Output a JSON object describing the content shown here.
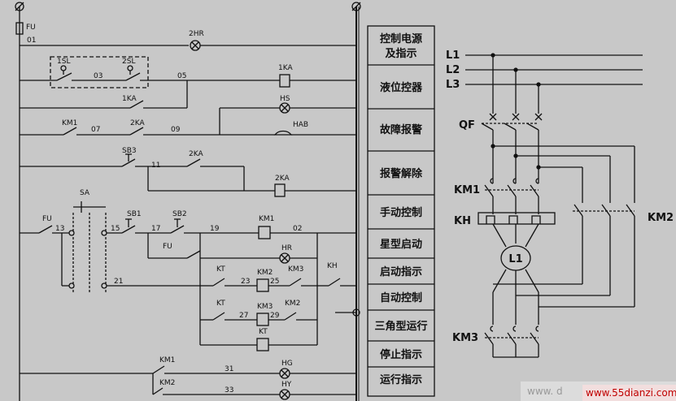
{
  "diagram": {
    "fuse_top": "FU",
    "fuse_node": "01",
    "control_labels": {
      "hr2": "2HR",
      "sl1": "1SL",
      "sl2": "2SL",
      "n03": "03",
      "n05": "05",
      "ka1_coil": "1KA",
      "ka1_contact": "1KA",
      "hs": "HS",
      "km1": "KM1",
      "n07": "07",
      "ka2_a": "2KA",
      "n09": "09",
      "hab": "HAB",
      "sb3": "SB3",
      "ka2_b": "2KA",
      "n11": "11",
      "ka2_coil": "2KA",
      "sa": "SA",
      "fu_side": "FU",
      "n13": "13",
      "sb1": "SB1",
      "n15": "15",
      "sb2": "SB2",
      "n17": "17",
      "n19": "19",
      "km1_coil": "KM1",
      "n02": "02",
      "fu_mid": "FU",
      "hr": "HR",
      "kt1": "KT",
      "n23": "23",
      "km2_a": "KM2",
      "n25": "25",
      "km3_a": "KM3",
      "kh": "KH",
      "n21": "21",
      "kt2": "KT",
      "n27": "27",
      "km3_coil": "KM3",
      "n29": "29",
      "km2_b": "KM2",
      "kt_coil": "KT",
      "km1_b": "KM1",
      "n31": "31",
      "hg": "HG",
      "km2_c": "KM2",
      "n33": "33",
      "hy": "HY"
    },
    "function_labels": [
      "控制电源",
      "及指示",
      "液位控器",
      "故障报警",
      "报警解除",
      "手动控制",
      "星型启动",
      "启动指示",
      "自动控制",
      "三角型运行",
      "停止指示",
      "运行指示"
    ],
    "power_labels": {
      "l1": "L1",
      "l2": "L2",
      "l3": "L3",
      "qf": "QF",
      "km1": "KM1",
      "kh": "KH",
      "motor": "L1",
      "km2": "KM2",
      "km3": "KM3"
    },
    "watermark": {
      "left": "www. d",
      "right": "www.55dianzi.com"
    }
  },
  "colors": {
    "background": "#c8c8c8",
    "line": "#111111",
    "watermark_bg": "#f2dede",
    "watermark_text": "#c00000"
  }
}
